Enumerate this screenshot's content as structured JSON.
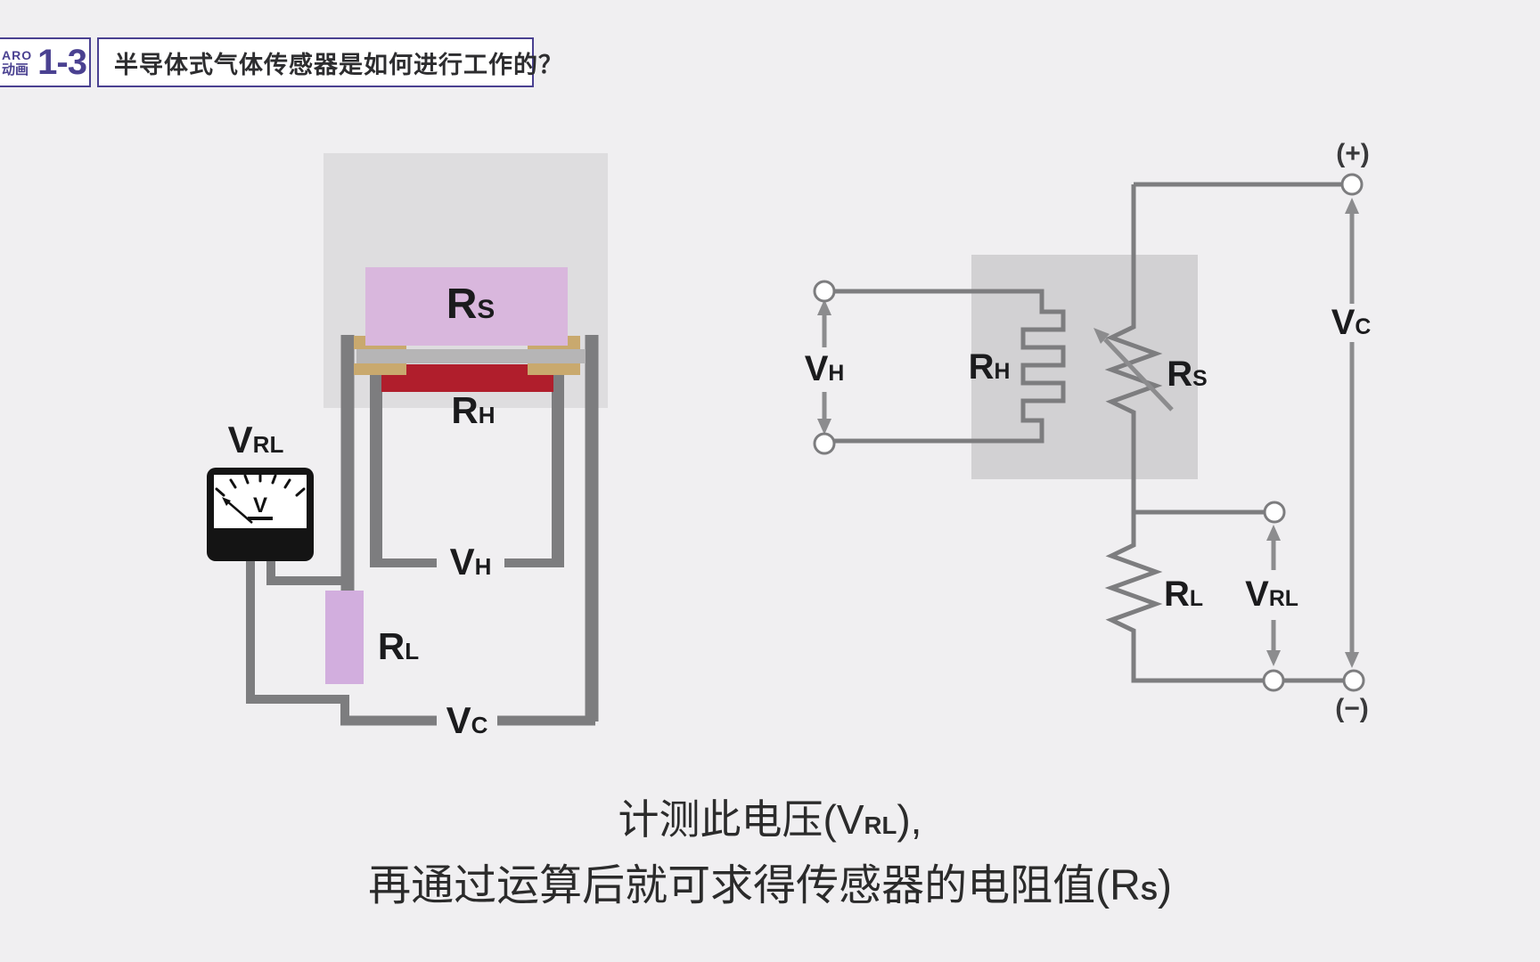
{
  "header": {
    "logo_line1": "ARO",
    "logo_line2": "动画",
    "lesson_number": "1-3",
    "title": "半导体式气体传感器是如何进行工作的？"
  },
  "colors": {
    "background": "#f0eff1",
    "accent_purple": "#4a4191",
    "housing_gray_left": "#dedddf",
    "housing_gray_right": "#d2d1d3",
    "wire_gray": "#7d7d7f",
    "arrow_gray": "#8c8c8e",
    "sensor_lavender": "#d9b7dd",
    "load_lavender": "#d2aede",
    "heater_red": "#b01e2c",
    "electrode_tan": "#c9a96e",
    "substrate_gray": "#b6b5b6",
    "label_black": "#1b1b1d"
  },
  "left_diagram": {
    "rs_label": {
      "main": "R",
      "sub": "S"
    },
    "rh_label": {
      "main": "R",
      "sub": "H"
    },
    "vrl_label": {
      "main": "V",
      "sub": "RL"
    },
    "vh_label": {
      "main": "V",
      "sub": "H"
    },
    "rl_label": {
      "main": "R",
      "sub": "L"
    },
    "vc_label": {
      "main": "V",
      "sub": "C"
    },
    "meter_unit": "V"
  },
  "right_diagram": {
    "vh_label": {
      "main": "V",
      "sub": "H"
    },
    "rh_label": {
      "main": "R",
      "sub": "H"
    },
    "rs_label": {
      "main": "R",
      "sub": "S"
    },
    "vc_label": {
      "main": "V",
      "sub": "C"
    },
    "rl_label": {
      "main": "R",
      "sub": "L"
    },
    "vrl_label": {
      "main": "V",
      "sub": "RL"
    },
    "plus_terminal": "(+)",
    "minus_terminal": "(−)"
  },
  "caption": {
    "line1_prefix": "计测此电压(",
    "line1_main": "V",
    "line1_sub": "RL",
    "line1_suffix": "),",
    "line2_prefix": "再通过运算后就可求得传感器的电阻值(",
    "line2_main": "R",
    "line2_sub": "S",
    "line2_suffix": ")"
  }
}
